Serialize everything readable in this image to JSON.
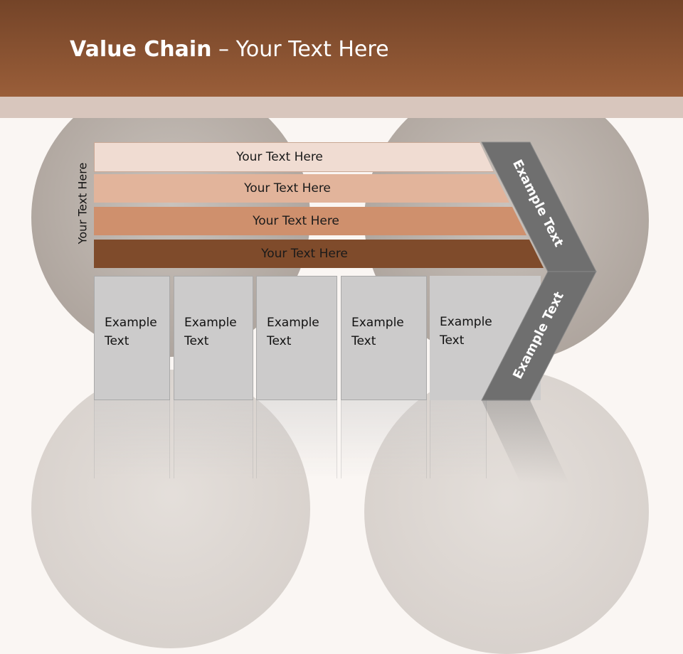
{
  "title": {
    "bold": "Value Chain",
    "rest": " – Your Text Here"
  },
  "vertical_label": "Your Text Here",
  "rows": [
    {
      "label": "Your Text Here",
      "color": "#f0dcd2"
    },
    {
      "label": "Your Text Here",
      "color": "#e2b49b"
    },
    {
      "label": "Your Text Here",
      "color": "#cf906d"
    },
    {
      "label": "Your Text Here",
      "color": "#7f4b2b"
    }
  ],
  "boxes": [
    {
      "line1": "Example",
      "line2": "Text"
    },
    {
      "line1": "Example",
      "line2": "Text"
    },
    {
      "line1": "Example",
      "line2": "Text"
    },
    {
      "line1": "Example",
      "line2": "Text"
    },
    {
      "line1": "Example",
      "line2": "Text"
    }
  ],
  "chevron": {
    "upper_label": "Example Text",
    "lower_label": "Example Text",
    "upper_color": "#6f6f6f",
    "lower_color": "#6f6f6f"
  },
  "colors": {
    "header": "#8a5432",
    "band": "#d8c6bd",
    "box": "#cccbcb"
  }
}
